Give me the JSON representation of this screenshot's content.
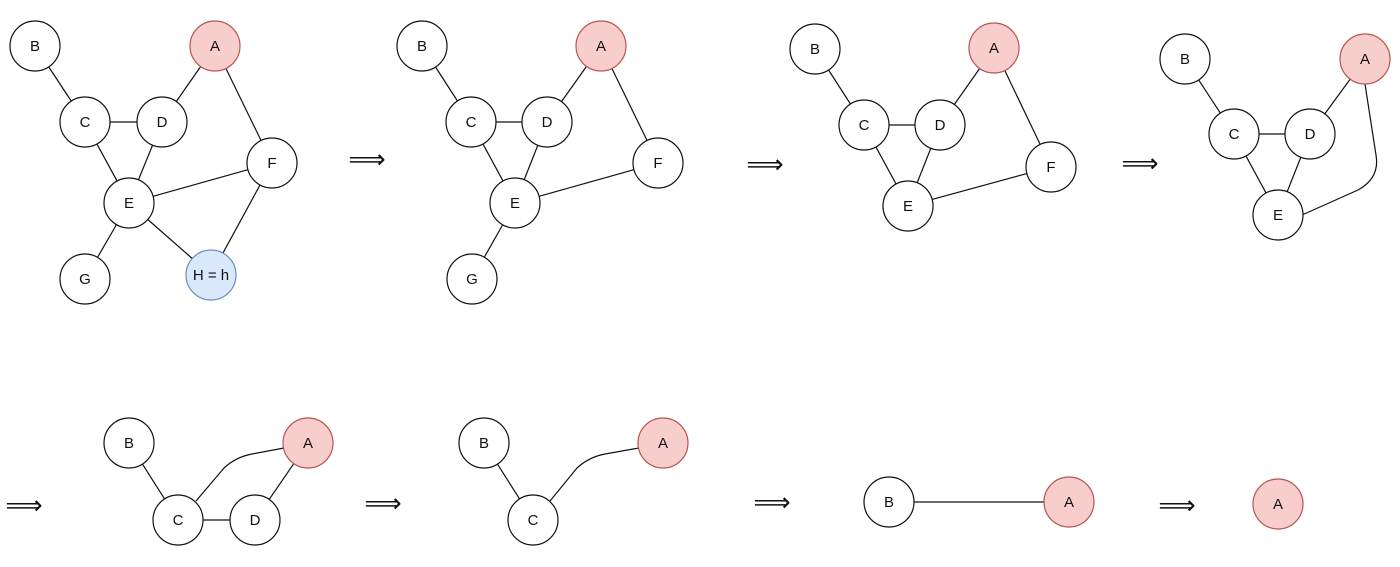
{
  "colors": {
    "default_fill": "#ffffff",
    "default_stroke": "#111111",
    "highlight_a_fill": "#f8cecc",
    "highlight_a_stroke": "#b85450",
    "highlight_h_fill": "#dae8fc",
    "highlight_h_stroke": "#6c8ebf",
    "edge": "#111111"
  },
  "arrow_symbol": "⟹",
  "graphs": [
    {
      "nodes": [
        {
          "id": "B",
          "label": "B",
          "style": "default"
        },
        {
          "id": "A",
          "label": "A",
          "style": "highlight_a"
        },
        {
          "id": "C",
          "label": "C",
          "style": "default"
        },
        {
          "id": "D",
          "label": "D",
          "style": "default"
        },
        {
          "id": "F",
          "label": "F",
          "style": "default"
        },
        {
          "id": "E",
          "label": "E",
          "style": "default"
        },
        {
          "id": "G",
          "label": "G",
          "style": "default"
        },
        {
          "id": "H",
          "label": "H = h",
          "style": "highlight_h"
        }
      ],
      "edges": [
        [
          "B",
          "C"
        ],
        [
          "C",
          "D"
        ],
        [
          "C",
          "E"
        ],
        [
          "D",
          "E"
        ],
        [
          "D",
          "A"
        ],
        [
          "A",
          "F"
        ],
        [
          "E",
          "F"
        ],
        [
          "E",
          "G"
        ],
        [
          "E",
          "H"
        ],
        [
          "H",
          "F"
        ]
      ]
    },
    {
      "nodes": [
        {
          "id": "B",
          "label": "B",
          "style": "default"
        },
        {
          "id": "A",
          "label": "A",
          "style": "highlight_a"
        },
        {
          "id": "C",
          "label": "C",
          "style": "default"
        },
        {
          "id": "D",
          "label": "D",
          "style": "default"
        },
        {
          "id": "F",
          "label": "F",
          "style": "default"
        },
        {
          "id": "E",
          "label": "E",
          "style": "default"
        },
        {
          "id": "G",
          "label": "G",
          "style": "default"
        }
      ],
      "edges": [
        [
          "B",
          "C"
        ],
        [
          "C",
          "D"
        ],
        [
          "C",
          "E"
        ],
        [
          "D",
          "E"
        ],
        [
          "D",
          "A"
        ],
        [
          "A",
          "F"
        ],
        [
          "E",
          "F"
        ],
        [
          "E",
          "G"
        ]
      ]
    },
    {
      "nodes": [
        {
          "id": "B",
          "label": "B",
          "style": "default"
        },
        {
          "id": "A",
          "label": "A",
          "style": "highlight_a"
        },
        {
          "id": "C",
          "label": "C",
          "style": "default"
        },
        {
          "id": "D",
          "label": "D",
          "style": "default"
        },
        {
          "id": "F",
          "label": "F",
          "style": "default"
        },
        {
          "id": "E",
          "label": "E",
          "style": "default"
        }
      ],
      "edges": [
        [
          "B",
          "C"
        ],
        [
          "C",
          "D"
        ],
        [
          "C",
          "E"
        ],
        [
          "D",
          "E"
        ],
        [
          "D",
          "A"
        ],
        [
          "A",
          "F"
        ],
        [
          "E",
          "F"
        ]
      ]
    },
    {
      "nodes": [
        {
          "id": "B",
          "label": "B",
          "style": "default"
        },
        {
          "id": "A",
          "label": "A",
          "style": "highlight_a"
        },
        {
          "id": "C",
          "label": "C",
          "style": "default"
        },
        {
          "id": "D",
          "label": "D",
          "style": "default"
        },
        {
          "id": "E",
          "label": "E",
          "style": "default"
        }
      ],
      "edges": [
        [
          "B",
          "C"
        ],
        [
          "C",
          "D"
        ],
        [
          "C",
          "E"
        ],
        [
          "D",
          "E"
        ],
        [
          "D",
          "A"
        ],
        [
          "A",
          "E"
        ]
      ]
    },
    {
      "nodes": [
        {
          "id": "B",
          "label": "B",
          "style": "default"
        },
        {
          "id": "A",
          "label": "A",
          "style": "highlight_a"
        },
        {
          "id": "C",
          "label": "C",
          "style": "default"
        },
        {
          "id": "D",
          "label": "D",
          "style": "default"
        }
      ],
      "edges": [
        [
          "B",
          "C"
        ],
        [
          "C",
          "D"
        ],
        [
          "C",
          "A"
        ],
        [
          "D",
          "A"
        ]
      ]
    },
    {
      "nodes": [
        {
          "id": "B",
          "label": "B",
          "style": "default"
        },
        {
          "id": "A",
          "label": "A",
          "style": "highlight_a"
        },
        {
          "id": "C",
          "label": "C",
          "style": "default"
        }
      ],
      "edges": [
        [
          "B",
          "C"
        ],
        [
          "C",
          "A"
        ]
      ]
    },
    {
      "nodes": [
        {
          "id": "B",
          "label": "B",
          "style": "default"
        },
        {
          "id": "A",
          "label": "A",
          "style": "highlight_a"
        }
      ],
      "edges": [
        [
          "B",
          "A"
        ]
      ]
    },
    {
      "nodes": [
        {
          "id": "A",
          "label": "A",
          "style": "highlight_a"
        }
      ],
      "edges": []
    }
  ]
}
